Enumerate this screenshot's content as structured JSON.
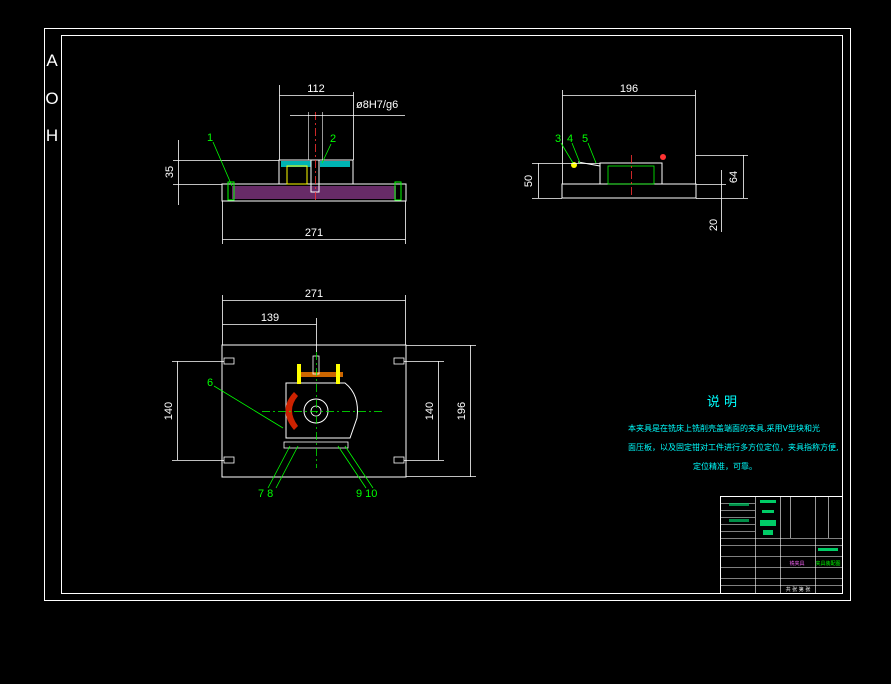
{
  "corner_letters": [
    "A",
    "O",
    "H"
  ],
  "front_view": {
    "dim_top": "112",
    "dim_fit": "ø8H7/g6",
    "dim_height": "35",
    "dim_width": "271",
    "callouts": [
      "1",
      "2"
    ]
  },
  "side_view": {
    "dim_top": "196",
    "dim_left": "50",
    "dim_right": "64",
    "dim_bottom": "20",
    "callouts": [
      "3",
      "4",
      "5"
    ]
  },
  "plan_view": {
    "dim_width": "271",
    "dim_offset": "139",
    "dim_left": "140",
    "dim_right_inner": "140",
    "dim_right_outer": "196",
    "callout_6": "6",
    "callout_7_8": "7  8",
    "callout_9_10": "9  10"
  },
  "notes": {
    "heading": "说  明",
    "line1": "本夹具是在铣床上铣削壳盖端面的夹具,采用V型块和光",
    "line2": "面压板，以及固定钳对工件进行多方位定位，夹具指称方便,",
    "line3": "定位精准，可靠。"
  },
  "title_block": {
    "drawing_name": "铣夹具",
    "sub_title": "夹具装配图",
    "sheet": "共 张  第 张"
  }
}
